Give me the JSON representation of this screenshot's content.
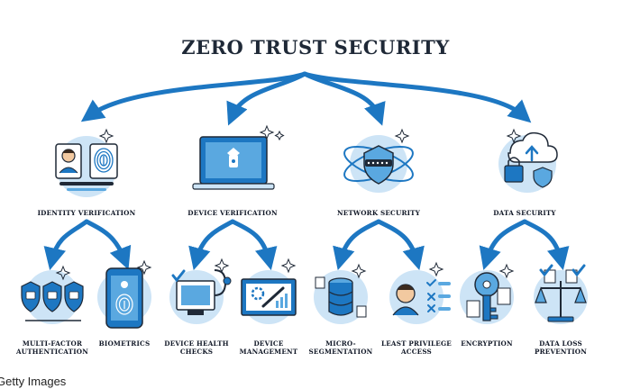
{
  "title": "ZERO TRUST SECURITY",
  "categories": [
    {
      "label": "IDENTITY VERIFICATION"
    },
    {
      "label": "DEVICE VERIFICATION"
    },
    {
      "label": "NETWORK SECURITY"
    },
    {
      "label": "DATA SECURITY"
    }
  ],
  "subitems": [
    {
      "label": "MULTI-FACTOR\nAUTHENTICATION"
    },
    {
      "label": "BIOMETRICS"
    },
    {
      "label": "DEVICE HEALTH\nCHECKS"
    },
    {
      "label": "DEVICE\nMANAGEMENT"
    },
    {
      "label": "MICRO-\nSEGMENTATION"
    },
    {
      "label": "LEAST PRIVILEGE\nACCESS"
    },
    {
      "label": "ENCRYPTION"
    },
    {
      "label": "DATA LOSS\nPREVENTION"
    }
  ],
  "credit": "Getty Images",
  "colors": {
    "primary": "#1d77c2",
    "light": "#cde4f6",
    "mid": "#5aa8e0",
    "ink": "#1f2937"
  }
}
